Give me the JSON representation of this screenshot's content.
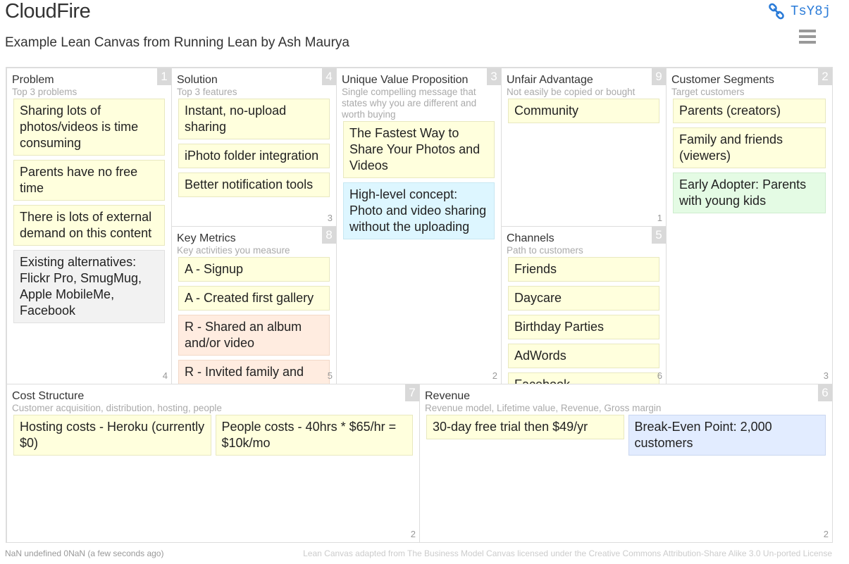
{
  "app_title": "CloudFire",
  "subtitle": "Example Lean Canvas from Running Lean by Ash Maurya",
  "share": {
    "icon": "link-icon",
    "code": "TsY8j"
  },
  "menu": {
    "icon": "hamburger-menu-icon"
  },
  "boxes": {
    "problem": {
      "title": "Problem",
      "subtitle": "Top 3 problems",
      "number": "1",
      "count": "4",
      "notes": [
        "Sharing lots of photos/videos is time consuming",
        "Parents have no free time",
        "There is lots of external demand on this content",
        "Existing alternatives: Flickr Pro, SmugMug, Apple MobileMe, Facebook"
      ]
    },
    "solution": {
      "title": "Solution",
      "subtitle": "Top 3 features",
      "number": "4",
      "count": "3",
      "notes": [
        "Instant, no-upload sharing",
        "iPhoto folder integration",
        "Better notification tools"
      ]
    },
    "key_metrics": {
      "title": "Key Metrics",
      "subtitle": "Key activities you measure",
      "number": "8",
      "count": "5",
      "notes": [
        "A - Signup",
        "A - Created first gallery",
        "R - Shared an album and/or video",
        "R - Invited family and"
      ]
    },
    "uvp": {
      "title": "Unique Value Proposition",
      "subtitle": "Single compelling message that states why you are different and worth buying",
      "number": "3",
      "count": "2",
      "notes": [
        "The Fastest Way to Share Your Photos and Videos",
        "High-level concept: Photo and video sharing without the uploading"
      ]
    },
    "unfair": {
      "title": "Unfair Advantage",
      "subtitle": "Not easily be copied or bought",
      "number": "9",
      "count": "1",
      "notes": [
        "Community"
      ]
    },
    "channels": {
      "title": "Channels",
      "subtitle": "Path to customers",
      "number": "5",
      "count": "6",
      "notes": [
        "Friends",
        "Daycare",
        "Birthday Parties",
        "AdWords",
        "Facebook"
      ]
    },
    "segments": {
      "title": "Customer Segments",
      "subtitle": "Target customers",
      "number": "2",
      "count": "3",
      "notes": [
        "Parents (creators)",
        "Family and friends (viewers)",
        "Early Adopter: Parents with young kids"
      ]
    },
    "cost": {
      "title": "Cost Structure",
      "subtitle": "Customer acquisition, distribution, hosting, people",
      "number": "7",
      "count": "2",
      "notes": [
        "Hosting costs - Heroku (currently $0)",
        "People costs - 40hrs * $65/hr = $10k/mo"
      ]
    },
    "revenue": {
      "title": "Revenue",
      "subtitle": "Revenue model, Lifetime value, Revenue, Gross margin",
      "number": "6",
      "count": "2",
      "notes": [
        "30-day free trial then $49/yr",
        "Break-Even Point: 2,000 customers"
      ]
    }
  },
  "note_colors": {
    "default": "#ffffdd",
    "gray": "#f2f2f2",
    "blue": "#ddf6ff",
    "green": "#e4fbe4",
    "peach": "#ffece0",
    "lightblue": "#e2ecff"
  },
  "footer": {
    "left": "NaN undefined 0NaN (a few seconds ago)",
    "right": "Lean Canvas adapted from The Business Model Canvas licensed under the Creative Commons Attribution-Share Alike 3.0 Un-ported License"
  }
}
